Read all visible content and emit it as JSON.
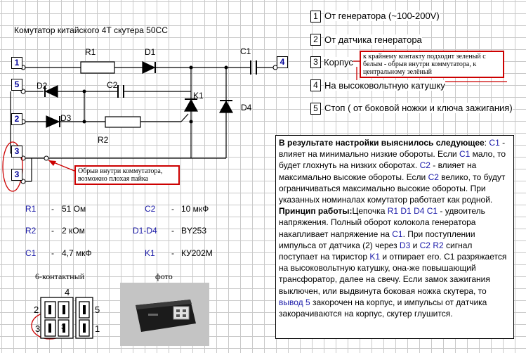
{
  "title": "Комутатор китайского 4Т скутера 50СС",
  "legend": [
    {
      "num": "1",
      "text": "От генератора (~100-200V)"
    },
    {
      "num": "2",
      "text": "От датчика генератора"
    },
    {
      "num": "3",
      "text": "Корпус"
    },
    {
      "num": "4",
      "text": "На высоковольтную катушку"
    },
    {
      "num": "5",
      "text": "Стоп ( от боковой ножки и ключа зажигания)"
    }
  ],
  "notes": {
    "korpus": "к крайнему контакту подходит зеленый с белым - обрыв внутри коммутатора, к центральному зелёный",
    "break": "Обрыв внутри коммутатора, возможно плохая пайка"
  },
  "schematic": {
    "pins": [
      "1",
      "5",
      "2",
      "3",
      "3",
      "4"
    ],
    "labels": {
      "R1": "R1",
      "D1": "D1",
      "C1": "C1",
      "D2": "D2",
      "C2": "C2",
      "K1": "K1",
      "D3": "D3",
      "D4": "D4",
      "R2": "R2"
    }
  },
  "components": [
    {
      "name": "R1",
      "dash": "-",
      "value": "51 Ом"
    },
    {
      "name": "R2",
      "dash": "-",
      "value": "2 кОм"
    },
    {
      "name": "C1",
      "dash": "-",
      "value": "4,7 мкФ"
    },
    {
      "name": "C2",
      "dash": "-",
      "value": "10 мкФ"
    },
    {
      "name": "D1-D4",
      "dash": "-",
      "value": "BY253"
    },
    {
      "name": "K1",
      "dash": "-",
      "value": "КУ202М"
    }
  ],
  "info": {
    "heading": "В результате настройки выяснилось следующее",
    "p1_c1": "C1",
    "p1_t1": " - влияет на минимально низкие обороты. Если ",
    "p1_c1b": "C1",
    "p1_t2": " мало, то будет глохнуть на низких оборотах. ",
    "p1_c2": "C2",
    "p1_t3": " - влияет на максимально высокие обороты. Если ",
    "p1_c2b": "C2",
    "p1_t4": " велико, то будут ограничиваться максимально высокие обороты. При указанных номиналах комутатор работает как родной. ",
    "principle": "Принцип работы:",
    "p2_t1": "Цепочка ",
    "p2_r1": "R1 D1 D4 C1",
    "p2_t2": " - удвоитель напряжения. Полный оборот колокола генератора накапливает напряжение на ",
    "p2_c1": "C1",
    "p2_t3": ". При поступлении импульса от датчика (2) через ",
    "p2_d3": "D3",
    "p2_t4": " и ",
    "p2_c2r2": "C2 R2",
    "p2_t5": " сигнал поступает на тиристор ",
    "p2_k1": "K1",
    "p2_t6": " и отпирает его. C1 разряжается на высоковольтную катушку, она-же повышающий трансфоратор, далее на свечу. Если замок зажигания выключен, или выдвинута боковая ножка скутера, то ",
    "p2_pin5": "вывод 5",
    "p2_t7": " закорочен на корпус, и импульсы от датчика закорачиваются на корпус, скутер глушится."
  },
  "connector": {
    "title": "6-контактный",
    "numbers": [
      "4",
      "2",
      "5",
      "3",
      "3",
      "1"
    ]
  },
  "photo": {
    "title": "фото"
  },
  "colors": {
    "wire": "#000000",
    "pin_text": "#000099",
    "red": "#cc0000",
    "blue_text": "#1a1aa8"
  }
}
